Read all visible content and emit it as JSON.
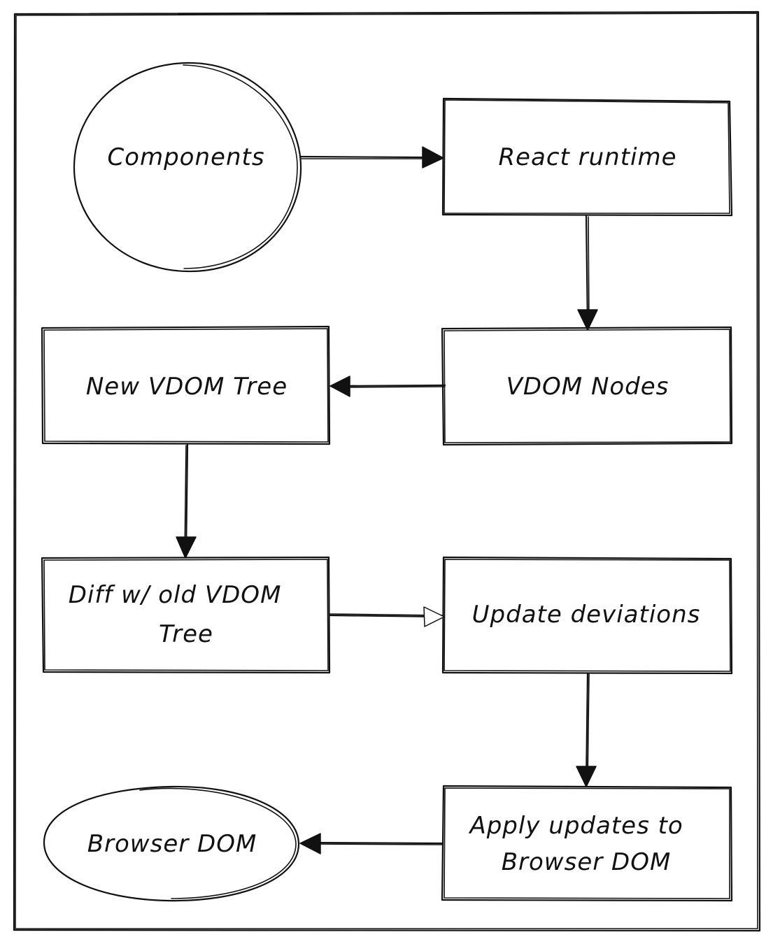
{
  "diagram": {
    "nodes": [
      {
        "id": "components",
        "shape": "circle",
        "lines": [
          "Components"
        ]
      },
      {
        "id": "react-runtime",
        "shape": "rect",
        "lines": [
          "React runtime"
        ]
      },
      {
        "id": "vdom-nodes",
        "shape": "rect",
        "lines": [
          "VDOM Nodes"
        ]
      },
      {
        "id": "new-vdom-tree",
        "shape": "rect",
        "lines": [
          "New VDOM Tree"
        ]
      },
      {
        "id": "diff-old-vdom",
        "shape": "rect",
        "lines": [
          "Diff w/ old VDOM",
          "Tree"
        ]
      },
      {
        "id": "update-deviations",
        "shape": "rect",
        "lines": [
          "Update deviations"
        ]
      },
      {
        "id": "apply-updates",
        "shape": "rect",
        "lines": [
          "Apply updates to",
          "Browser DOM"
        ]
      },
      {
        "id": "browser-dom",
        "shape": "ellipse",
        "lines": [
          "Browser DOM"
        ]
      }
    ],
    "edges": [
      {
        "from": "components",
        "to": "react-runtime"
      },
      {
        "from": "react-runtime",
        "to": "vdom-nodes"
      },
      {
        "from": "vdom-nodes",
        "to": "new-vdom-tree"
      },
      {
        "from": "new-vdom-tree",
        "to": "diff-old-vdom"
      },
      {
        "from": "diff-old-vdom",
        "to": "update-deviations"
      },
      {
        "from": "update-deviations",
        "to": "apply-updates"
      },
      {
        "from": "apply-updates",
        "to": "browser-dom"
      }
    ]
  }
}
